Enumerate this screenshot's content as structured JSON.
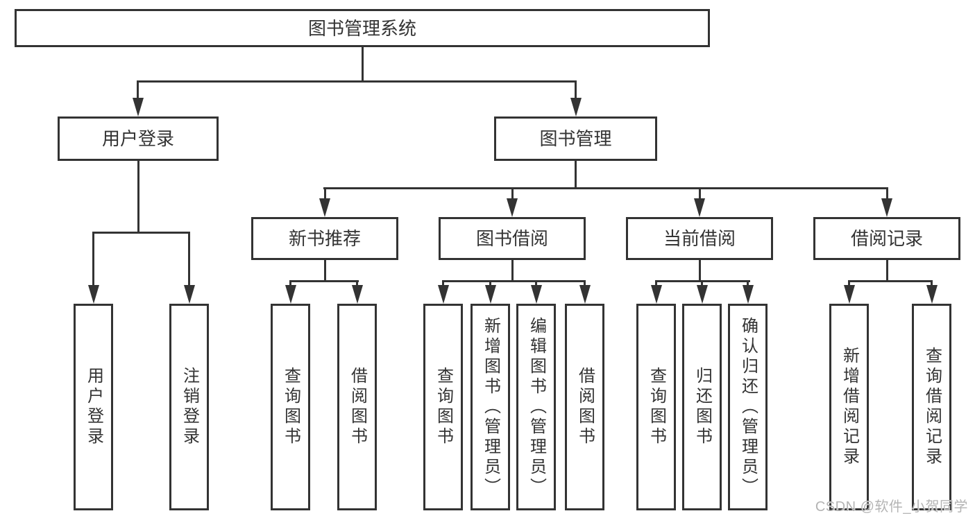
{
  "diagram": {
    "title_node": {
      "label": "图书管理系统"
    },
    "level2": [
      {
        "label": "用户登录"
      },
      {
        "label": "图书管理"
      }
    ],
    "level3": [
      {
        "label": "新书推荐"
      },
      {
        "label": "图书借阅"
      },
      {
        "label": "当前借阅"
      },
      {
        "label": "借阅记录"
      }
    ],
    "leaves": [
      {
        "label": "用户登录"
      },
      {
        "label": "注销登录"
      },
      {
        "label": "查询图书"
      },
      {
        "label": "借阅图书"
      },
      {
        "label": "查询图书"
      },
      {
        "label": "新增图书（管理员）"
      },
      {
        "label": "编辑图书（管理员）"
      },
      {
        "label": "借阅图书"
      },
      {
        "label": "查询图书"
      },
      {
        "label": "归还图书"
      },
      {
        "label": "确认归还（管理员）"
      },
      {
        "label": "新增借阅记录"
      },
      {
        "label": "查询借阅记录"
      }
    ]
  },
  "watermark": {
    "text": "CSDN @软件_小贺同学"
  },
  "colors": {
    "line": "#333333",
    "text": "#333333",
    "background": "#ffffff",
    "watermark": "#b4b4b4"
  }
}
